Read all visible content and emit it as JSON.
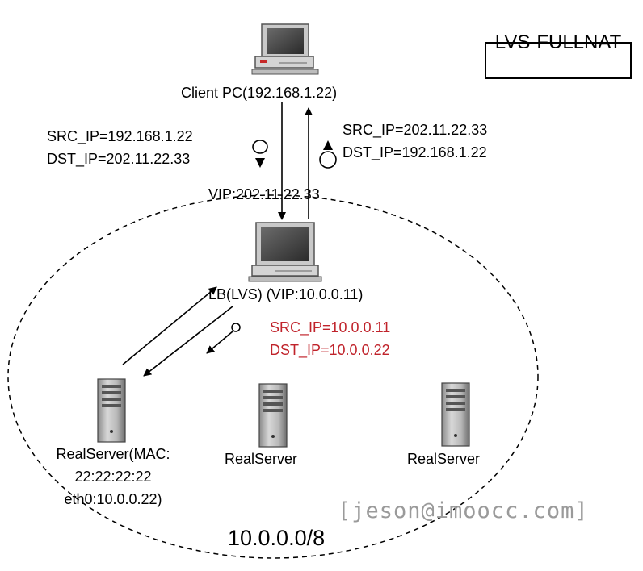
{
  "title": "LVS-FULLNAT",
  "client": {
    "label": "Client PC(192.168.1.22)"
  },
  "request": {
    "src": "SRC_IP=192.168.1.22",
    "dst": "DST_IP=202.11.22.33"
  },
  "response": {
    "src": "SRC_IP=202.11.22.33",
    "dst": "DST_IP=192.168.1.22"
  },
  "vip": "VIP:202.11.22.33",
  "lb": {
    "label": "LB(LVS) (VIP:10.0.0.11)"
  },
  "internal": {
    "src": "SRC_IP=10.0.0.11",
    "dst": "DST_IP=10.0.0.22"
  },
  "realservers": [
    {
      "line1": "RealServer(MAC:",
      "line2": "22:22:22:22",
      "line3": "eth0:10.0.0.22)"
    },
    {
      "label": "RealServer"
    },
    {
      "label": "RealServer"
    }
  ],
  "subnet": "10.0.0.0/8",
  "watermark": "[jeson@imoocc.com]",
  "colors": {
    "internal_text": "#c0232b",
    "watermark": "#9a9a9a"
  }
}
